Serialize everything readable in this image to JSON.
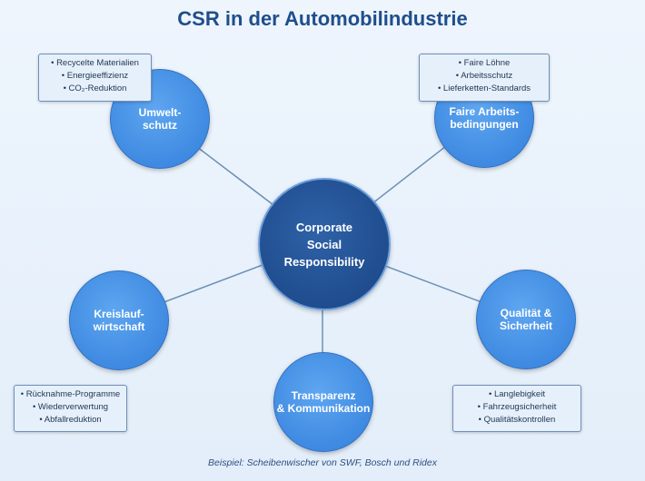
{
  "title": "CSR in der Automobilindustrie",
  "center": {
    "label": "Corporate\nSocial\nResponsibility"
  },
  "nodes": {
    "umwelt": {
      "label": "Umwelt-\nschutz",
      "items": [
        "• Recycelte Materialien",
        "• Energieeffizienz",
        "• CO₂-Reduktion"
      ]
    },
    "faire": {
      "label": "Faire Arbeits-\nbedingungen",
      "items": [
        "• Faire Löhne",
        "• Arbeitsschutz",
        "• Lieferketten-Standards"
      ]
    },
    "kreis": {
      "label": "Kreislauf-\nwirtschaft",
      "items": [
        "• Rücknahme-Programme",
        "• Wiederverwertung",
        "• Abfallreduktion"
      ]
    },
    "qual": {
      "label": "Qualität &\nSicherheit",
      "items": [
        "• Langlebigkeit",
        "• Fahrzeugsicherheit",
        "• Qualitätskontrollen"
      ]
    },
    "trans": {
      "label": "Transparenz\n& Kommunikation"
    }
  },
  "footer": "Beispiel: Scheibenwischer von SWF, Bosch und Ridex",
  "colors": {
    "title": "#1f4e8c",
    "center": "#1f4d8e",
    "node": "#3f8ae2",
    "connector": "#6b8fb5"
  }
}
